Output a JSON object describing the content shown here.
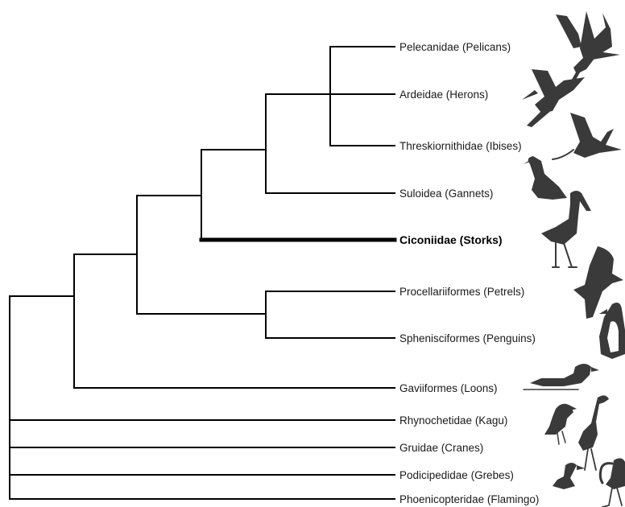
{
  "taxa": [
    {
      "label": "Pelecanidae (Pelicans)",
      "icon": "pelican-icon",
      "highlight": false
    },
    {
      "label": "Ardeidae (Herons)",
      "icon": "heron-icon",
      "highlight": false
    },
    {
      "label": "Threskiornithidae (Ibises)",
      "icon": "ibis-icon",
      "highlight": false
    },
    {
      "label": "Suloidea (Gannets)",
      "icon": "gannet-icon",
      "highlight": false
    },
    {
      "label": "Ciconiidae (Storks)",
      "icon": "stork-icon",
      "highlight": true
    },
    {
      "label": "Procellariiformes (Petrels)",
      "icon": "petrel-icon",
      "highlight": false
    },
    {
      "label": "Sphenisciformes (Penguins)",
      "icon": "penguin-icon",
      "highlight": false
    },
    {
      "label": "Gaviiformes (Loons)",
      "icon": "loon-icon",
      "highlight": false
    },
    {
      "label": "Rhynochetidae (Kagu)",
      "icon": "kagu-icon",
      "highlight": false
    },
    {
      "label": "Gruidae (Cranes)",
      "icon": "crane-icon",
      "highlight": false
    },
    {
      "label": "Podicipedidae (Grebes)",
      "icon": "grebe-icon",
      "highlight": false
    },
    {
      "label": "Phoenicopteridae (Flamingo)",
      "icon": "flamingo-icon",
      "highlight": false
    }
  ],
  "colors": {
    "branch": "#000000",
    "silhouette": "#3a3a3a",
    "background": "#ffffff"
  }
}
